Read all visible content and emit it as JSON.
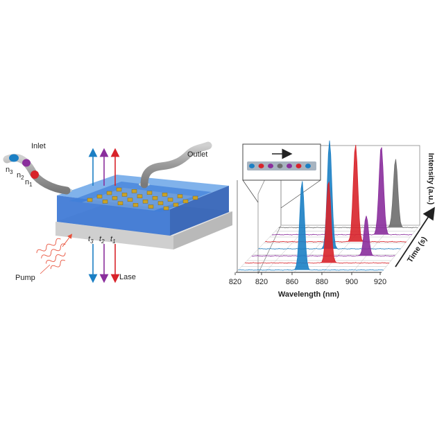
{
  "left": {
    "inlet": "Inlet",
    "outlet": "Outlet",
    "pump": "Pump",
    "lase": "Lase",
    "n3": "n",
    "n3_sub": "3",
    "n2": "n",
    "n2_sub": "2",
    "n1": "n",
    "n1_sub": "1",
    "t3": "t",
    "t3_sub": "3",
    "t2": "t",
    "t2_sub": "2",
    "t1": "t",
    "t1_sub": "1"
  },
  "colors": {
    "blue": "#1b7fc4",
    "purple": "#8a2e9c",
    "red": "#d8232a",
    "gray": "#6e6e6e"
  },
  "chart_data": {
    "type": "line",
    "xlabel": "Wavelength (nm)",
    "ylabel": "Intensity (a.u.)",
    "zlabel": "Time (s)",
    "x_ticks_front": [
      "820",
      "820",
      "860",
      "880",
      "900",
      "920"
    ],
    "xlim": [
      820,
      920
    ],
    "inset_droplets": [
      "blue",
      "red",
      "purple",
      "gray",
      "purple",
      "red",
      "blue"
    ],
    "series": [
      {
        "color": "blue",
        "peak_nm": 864,
        "amplitude": 0.78
      },
      {
        "color": "red",
        "peak_nm": 878,
        "amplitude": 0.72
      },
      {
        "color": "purple",
        "peak_nm": 900,
        "amplitude": 0.35
      },
      {
        "color": "blue",
        "peak_nm": 870,
        "amplitude": 0.95
      },
      {
        "color": "red",
        "peak_nm": 884,
        "amplitude": 0.85
      },
      {
        "color": "purple",
        "peak_nm": 898,
        "amplitude": 0.78
      },
      {
        "color": "gray",
        "peak_nm": 904,
        "amplitude": 0.6
      }
    ]
  }
}
